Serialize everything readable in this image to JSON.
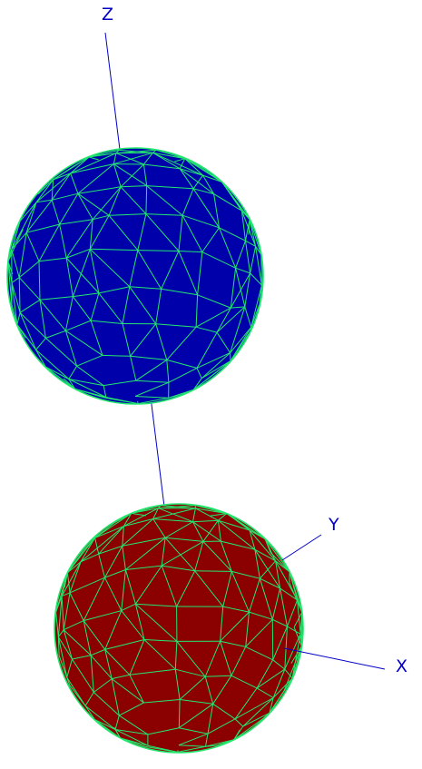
{
  "axes": {
    "x": {
      "label": "X"
    },
    "y": {
      "label": "Y"
    },
    "z": {
      "label": "Z"
    }
  },
  "colors": {
    "background": "#ffffff",
    "axis": "#0000c8",
    "mesh": "#22e86e",
    "sphere_top": "#0000aa",
    "sphere_bottom": "#8b0000"
  },
  "objects": [
    {
      "name": "blue-sphere",
      "fill_color": "#0000aa"
    },
    {
      "name": "red-sphere",
      "fill_color": "#8b0000"
    }
  ]
}
